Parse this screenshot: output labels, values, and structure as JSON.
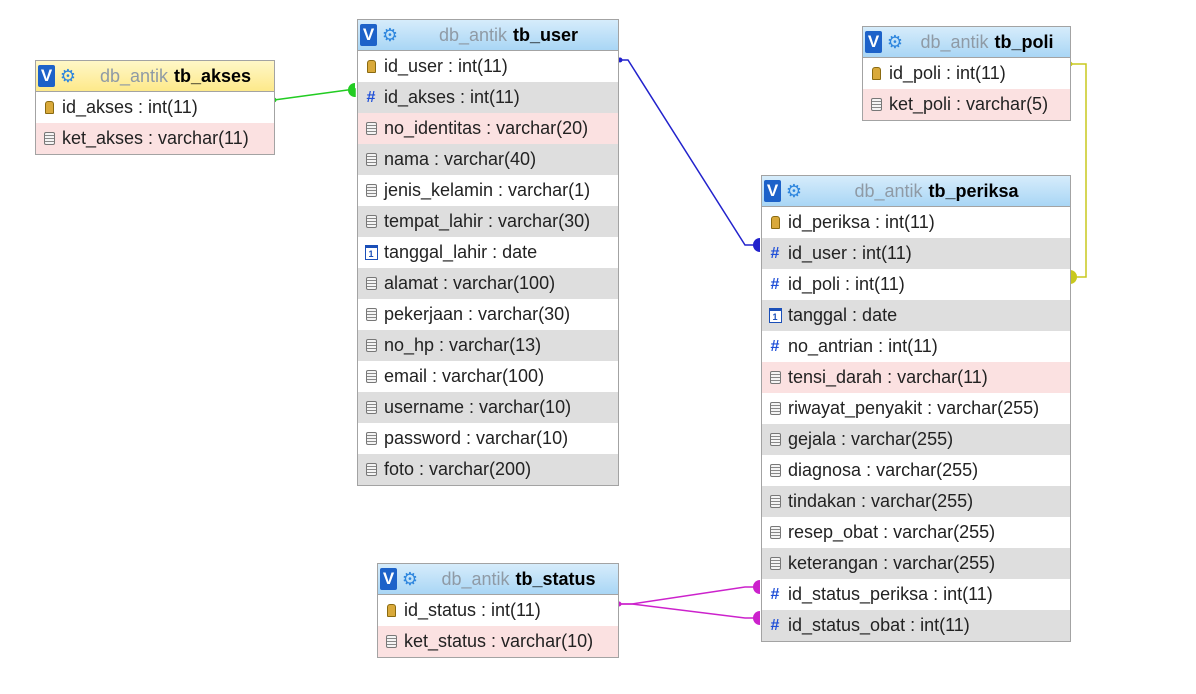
{
  "diagram": {
    "db_name": "db_antik",
    "tables": {
      "tb_akses": {
        "name": "tb_akses",
        "columns": [
          {
            "label": "id_akses : int(11)",
            "icon": "key-icon"
          },
          {
            "label": "ket_akses : varchar(11)",
            "icon": "text-field-icon"
          }
        ]
      },
      "tb_user": {
        "name": "tb_user",
        "columns": [
          {
            "label": "id_user : int(11)",
            "icon": "key-icon"
          },
          {
            "label": "id_akses : int(11)",
            "icon": "number-icon"
          },
          {
            "label": "no_identitas : varchar(20)",
            "icon": "text-field-icon"
          },
          {
            "label": "nama : varchar(40)",
            "icon": "text-field-icon"
          },
          {
            "label": "jenis_kelamin : varchar(1)",
            "icon": "text-field-icon"
          },
          {
            "label": "tempat_lahir : varchar(30)",
            "icon": "text-field-icon"
          },
          {
            "label": "tanggal_lahir : date",
            "icon": "date-icon"
          },
          {
            "label": "alamat : varchar(100)",
            "icon": "text-field-icon"
          },
          {
            "label": "pekerjaan : varchar(30)",
            "icon": "text-field-icon"
          },
          {
            "label": "no_hp : varchar(13)",
            "icon": "text-field-icon"
          },
          {
            "label": "email : varchar(100)",
            "icon": "text-field-icon"
          },
          {
            "label": "username : varchar(10)",
            "icon": "text-field-icon"
          },
          {
            "label": "password : varchar(10)",
            "icon": "text-field-icon"
          },
          {
            "label": "foto : varchar(200)",
            "icon": "text-field-icon"
          }
        ]
      },
      "tb_poli": {
        "name": "tb_poli",
        "columns": [
          {
            "label": "id_poli : int(11)",
            "icon": "key-icon"
          },
          {
            "label": "ket_poli : varchar(5)",
            "icon": "text-field-icon"
          }
        ]
      },
      "tb_periksa": {
        "name": "tb_periksa",
        "columns": [
          {
            "label": "id_periksa : int(11)",
            "icon": "key-icon"
          },
          {
            "label": "id_user : int(11)",
            "icon": "number-icon"
          },
          {
            "label": "id_poli : int(11)",
            "icon": "number-icon"
          },
          {
            "label": "tanggal : date",
            "icon": "date-icon"
          },
          {
            "label": "no_antrian : int(11)",
            "icon": "number-icon"
          },
          {
            "label": "tensi_darah : varchar(11)",
            "icon": "text-field-icon"
          },
          {
            "label": "riwayat_penyakit : varchar(255)",
            "icon": "text-field-icon"
          },
          {
            "label": "gejala : varchar(255)",
            "icon": "text-field-icon"
          },
          {
            "label": "diagnosa : varchar(255)",
            "icon": "text-field-icon"
          },
          {
            "label": "tindakan : varchar(255)",
            "icon": "text-field-icon"
          },
          {
            "label": "resep_obat : varchar(255)",
            "icon": "text-field-icon"
          },
          {
            "label": "keterangan : varchar(255)",
            "icon": "text-field-icon"
          },
          {
            "label": "id_status_periksa : int(11)",
            "icon": "number-icon"
          },
          {
            "label": "id_status_obat : int(11)",
            "icon": "number-icon"
          }
        ]
      },
      "tb_status": {
        "name": "tb_status",
        "columns": [
          {
            "label": "id_status : int(11)",
            "icon": "key-icon"
          },
          {
            "label": "ket_status : varchar(10)",
            "icon": "text-field-icon"
          }
        ]
      }
    },
    "relations": [
      {
        "from": "tb_akses.id_akses",
        "to": "tb_user.id_akses",
        "color": "#22cc22"
      },
      {
        "from": "tb_user.id_user",
        "to": "tb_periksa.id_user",
        "color": "#2222cc"
      },
      {
        "from": "tb_poli.id_poli",
        "to": "tb_periksa.id_poli",
        "color": "#c8c81e"
      },
      {
        "from": "tb_status.id_status",
        "to": "tb_periksa.id_status_periksa",
        "color": "#cc22cc"
      },
      {
        "from": "tb_status.id_status",
        "to": "tb_periksa.id_status_obat",
        "color": "#cc22cc"
      }
    ],
    "header_buttons": {
      "toggle_label": "V",
      "options_icon": "gear-icon"
    }
  }
}
